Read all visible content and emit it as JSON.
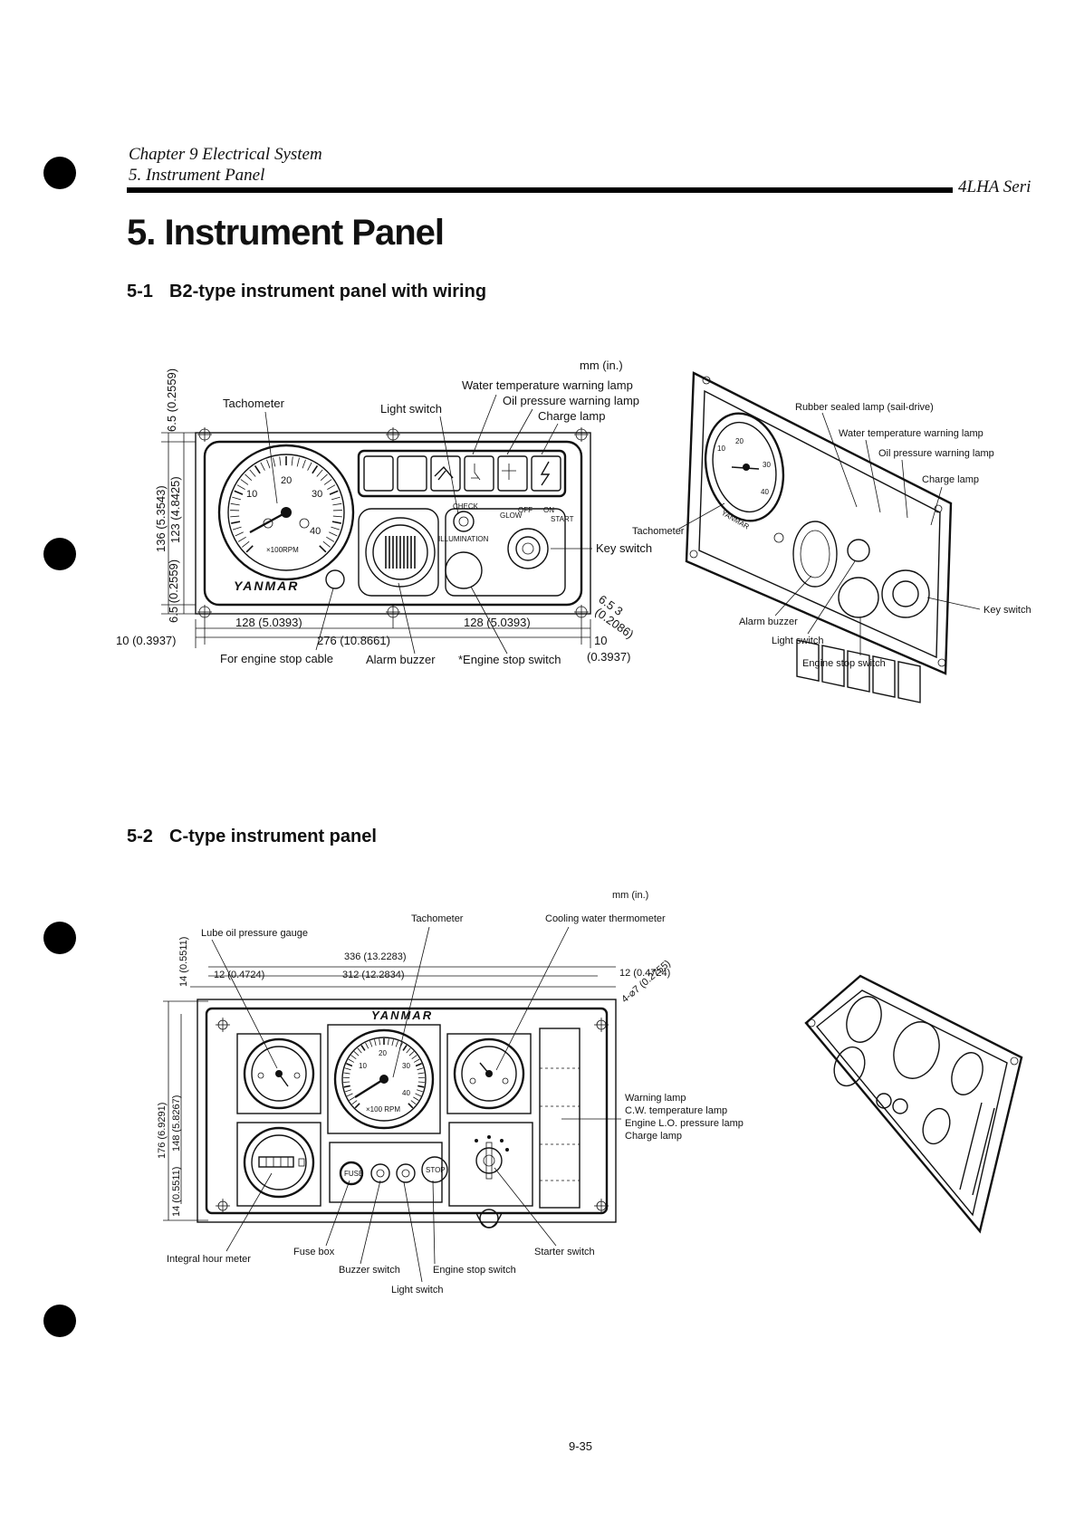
{
  "header": {
    "chapter": "Chapter 9 Electrical System",
    "section": "5. Instrument Panel",
    "series": "4LHA Seri"
  },
  "page_title": "5. Instrument Panel",
  "section_1": {
    "number": "5-1",
    "title": "B2-type instrument panel with wiring",
    "units": "mm (in.)",
    "labels": {
      "water_temp": "Water temperature warning lamp",
      "oil_pressure": "Oil pressure warning lamp",
      "charge": "Charge lamp",
      "tachometer": "Tachometer",
      "light_switch": "Light switch",
      "key_switch": "Key switch",
      "engine_stop_cable": "For engine stop cable",
      "alarm_buzzer": "Alarm buzzer",
      "engine_stop_switch": "*Engine stop switch"
    },
    "dimensions": {
      "d_6_5_top": "6.5 (0.2559)",
      "d_136": "136 (5.3543)",
      "d_123": "123 (4.8425)",
      "d_6_5_bot": "6.5 (0.2559)",
      "d_128_left": "128 (5.0393)",
      "d_128_right": "128 (5.0393)",
      "d_276": "276 (10.8661)",
      "d_10_left": "10 (0.3937)",
      "d_10_right_a": "10",
      "d_10_right_b": "(0.3937)",
      "d_6_3": "6.5 3",
      "d_6_3_in": "(0.2086)"
    },
    "dial": {
      "brand": "YANMAR",
      "unit": "×100RPM",
      "ticks": [
        "10",
        "20",
        "30",
        "40"
      ]
    },
    "switch_text": {
      "check": "CHECK",
      "on": "ON",
      "glow": "GLOW",
      "off": "OFF",
      "start": "START",
      "illumination": "ILLUMINATION"
    },
    "perspective_labels": {
      "rubber_lamp": "Rubber sealed lamp (sail-drive)",
      "water_temp": "Water temperature warning lamp",
      "oil_pressure": "Oil pressure warning lamp",
      "charge": "Charge lamp",
      "tachometer": "Tachometer",
      "alarm_buzzer": "Alarm buzzer",
      "light_switch": "Light switch",
      "engine_stop_switch": "Engine stop switch",
      "key_switch": "Key switch"
    }
  },
  "section_2": {
    "number": "5-2",
    "title": "C-type instrument panel",
    "units": "mm (in.)",
    "labels": {
      "tachometer": "Tachometer",
      "cooling_water": "Cooling water thermometer",
      "lube_oil": "Lube oil pressure gauge",
      "warning_lamp": "Warning lamp",
      "cw_temp": "C.W. temperature lamp",
      "engine_lo": "Engine L.O. pressure lamp",
      "charge_lamp": "Charge lamp",
      "hour_meter": "Integral hour meter",
      "fuse_box": "Fuse box",
      "buzzer_switch": "Buzzer switch",
      "engine_stop_switch": "Engine stop switch",
      "starter_switch": "Starter switch",
      "light_switch": "Light switch"
    },
    "dimensions": {
      "d_14_top": "14 (0.5511)",
      "d_12_left": "12 (0.4724)",
      "d_336": "336 (13.2283)",
      "d_312": "312 (12.2834)",
      "d_12_right": "12 (0.4724)",
      "d_4_7": "4-⌀7 (0.2755)",
      "d_176": "176 (6.9291)",
      "d_148": "148 (5.8267)",
      "d_14_bot": "14 (0.5511)"
    },
    "brand": "YANMAR",
    "unit": "×100 RPM",
    "fuse_text": "FUSE",
    "stop_text": "STOP"
  },
  "page_number": "9-35"
}
